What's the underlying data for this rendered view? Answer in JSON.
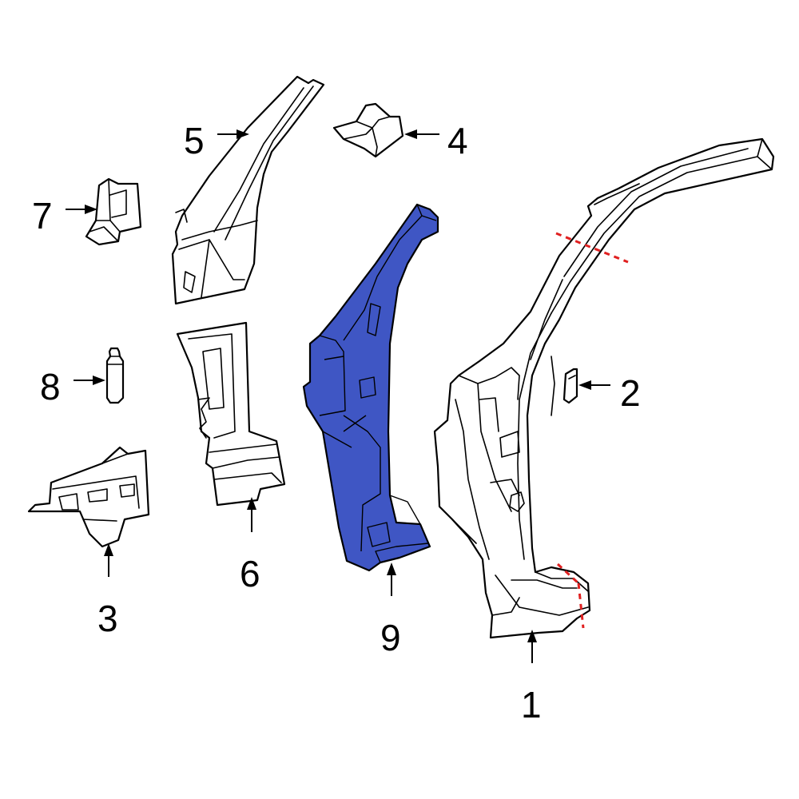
{
  "colors": {
    "highlight": "#3f56c4",
    "cut_line": "#e02020",
    "outline": "#000000",
    "background": "#ffffff"
  },
  "callouts": {
    "part1": "1",
    "part2": "2",
    "part3": "3",
    "part4": "4",
    "part5": "5",
    "part6": "6",
    "part7": "7",
    "part8": "8",
    "part9": "9"
  },
  "highlighted_part": "9"
}
